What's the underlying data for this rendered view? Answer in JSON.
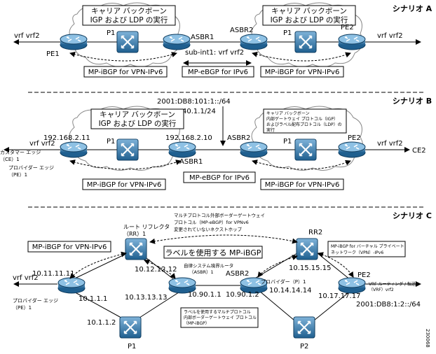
{
  "scenarios": {
    "a": {
      "title": "シナリオ A",
      "cloud_left_line1": "キャリア バックボーン",
      "cloud_left_line2": "IGP および LDP の実行",
      "cloud_right_line1": "キャリア バックボーン",
      "cloud_right_line2": "IGP および LDP の実行",
      "vrf_left": "vrf vrf2",
      "vrf_right": "vrf vrf2",
      "pe1": "PE1",
      "p1_left": "P1",
      "asbr1": "ASBR1",
      "asbr2": "ASBR2",
      "p1_right": "P1",
      "pe2": "PE2",
      "sub_int": "sub-int1: vrf vrf2",
      "ebgp": "MP-eBGP for IPv6",
      "ibgp_left": "MP-iBGP for VPN-IPv6",
      "ibgp_right": "MP-iBGP for VPN-IPv6"
    },
    "b": {
      "title": "シナリオ B",
      "prefix1": "2001:DB8:101:1::/64",
      "prefix2": "40.1.1/24",
      "cloud_left_line1": "キャリア バックボーン",
      "cloud_left_line2": "IGP および LDP の実行",
      "cloud_right_line1": "キャリア バックボーン",
      "cloud_right_line2": "内部ゲートウェイ プロトコル（IGP）",
      "cloud_right_line3": "およびラベル配布プロトコル（LDP）の",
      "cloud_right_line4": "実行",
      "ip_pe1": "192.168.2.11",
      "ip_asbr1": "192.168.2.10",
      "vrf_left": "vrf vrf2",
      "vrf_right": "vrf vrf2",
      "p1_left": "P1",
      "asbr1": "ASBR1",
      "asbr2": "ASBR2",
      "p1_right": "P1",
      "pe2": "PE2",
      "ce_left_line1": "カスタマー エッジ",
      "ce_left_line2": "（CE）1",
      "pe_left_line1": "プロバイダー エッジ",
      "pe_left_line2": "（PE）1",
      "ce2": "CE2",
      "ebgp": "MP-eBGP for IPv6",
      "ibgp_left": "MP-iBGP for VPN-IPv6",
      "ibgp_right": "MP-iBGP for VPN-IPv6"
    },
    "c": {
      "title": "シナリオ C",
      "mp_ebgp_line1": "マルチプロトコル外部ボーダーゲートウェイ",
      "mp_ebgp_line2": "プロトコル（MP-eBGP）for VPNv6",
      "mp_ebgp_line3": "変更されていないネクストホップ",
      "rr_line1": "ルート リフレクタ",
      "rr_line2": "（RR）1",
      "rr2": "RR2",
      "ibgp_vpn": "MP-iBGP for VPN-IPv6",
      "label_ibgp": "ラベルを使用する MP-iBGP",
      "vpn_box_line1": "MP-iBGP for バーチャル プライベート",
      "vpn_box_line2": "ネットワーク（VPN）-IPv6",
      "asbr_note_line1": "自律システム境界ルータ",
      "asbr_note_line2": "（ASBR）1",
      "label_note_line1": "ラベルを使用するマルチプロトコル",
      "label_note_line2": "内部ボーダーゲートウェイ プロトコル",
      "label_note_line3": "（MP-iBGP）",
      "ip_rr1": "10.12.12.12",
      "ip_pe1": "10.11.11.11",
      "ip_asbr1_a": "10.13.13.13",
      "ip_asbr1_b": "10.90.1.1",
      "ip_asbr2": "10.90.1.2",
      "asbr2": "ASBR2",
      "provider_p_line1": "プロバイダー（P）1",
      "ip_p2": "10.14.14.14",
      "ip_rr2": "10.15.15.15",
      "ip_pe2": "10.17.17.17",
      "pe2": "PE2",
      "vrf_note_line1": "VRF ルーティング / 転送",
      "vrf_note_line2": "（VRF）vrf2",
      "prefix": "2001:DB8:1:2::/64",
      "vrf_left": "vrf vrf2",
      "pe_left_line1": "プロバイダー エッジ",
      "pe_left_line2": "（PE）1",
      "ip_p1_a": "10.1.1.1",
      "ip_p1_b": "10.1.1.2",
      "p1": "P1",
      "p2": "P2",
      "figure_id": "230068"
    }
  }
}
